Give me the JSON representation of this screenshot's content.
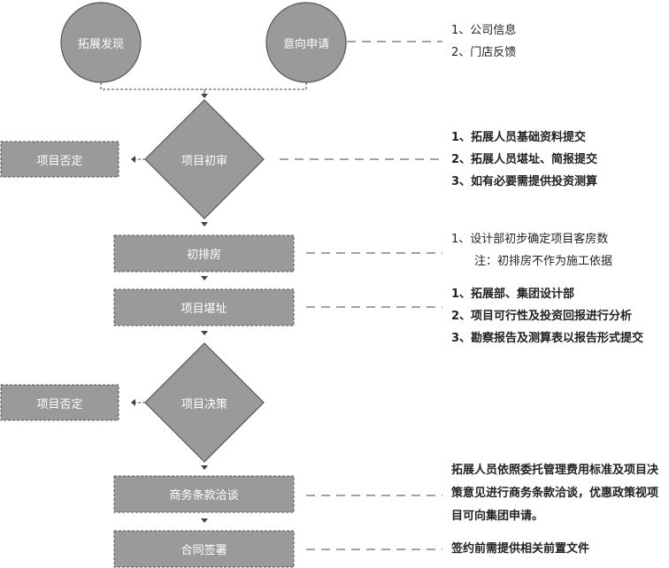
{
  "nodes": {
    "expand_discovery": "拓展发现",
    "intent_application": "意向申请",
    "initial_review": "项目初审",
    "reject_1": "项目否定",
    "preliminary_rooms": "初排房",
    "site_survey": "项目堪址",
    "decision": "项目决策",
    "reject_2": "项目否定",
    "business_negotiation": "商务条款洽谈",
    "contract_signing": "合同签署"
  },
  "notes": {
    "intent": [
      "1、公司信息",
      "2、门店反馈"
    ],
    "initial_review": [
      "1、拓展人员基础资料提交",
      "2、拓展人员堪址、简报提交",
      "3、如有必要需提供投资测算"
    ],
    "preliminary_rooms": [
      "1、设计部初步确定项目客房数",
      "注：初排房不作为施工依据"
    ],
    "site_survey": [
      "1、拓展部、集团设计部",
      "2、项目可行性及投资回报进行分析",
      "3、勘察报告及测算表以报告形式提交"
    ],
    "negotiation": "拓展人员依照委托管理费用标准及项目决策意见进行商务条款洽谈，优惠政策视项目可向集团申请。",
    "signing": "签约前需提供相关前置文件"
  },
  "colors": {
    "shape_fill": "#9a9a9a",
    "shape_border": "#555555",
    "connector": "#444444",
    "label_text": "#ffffff"
  }
}
